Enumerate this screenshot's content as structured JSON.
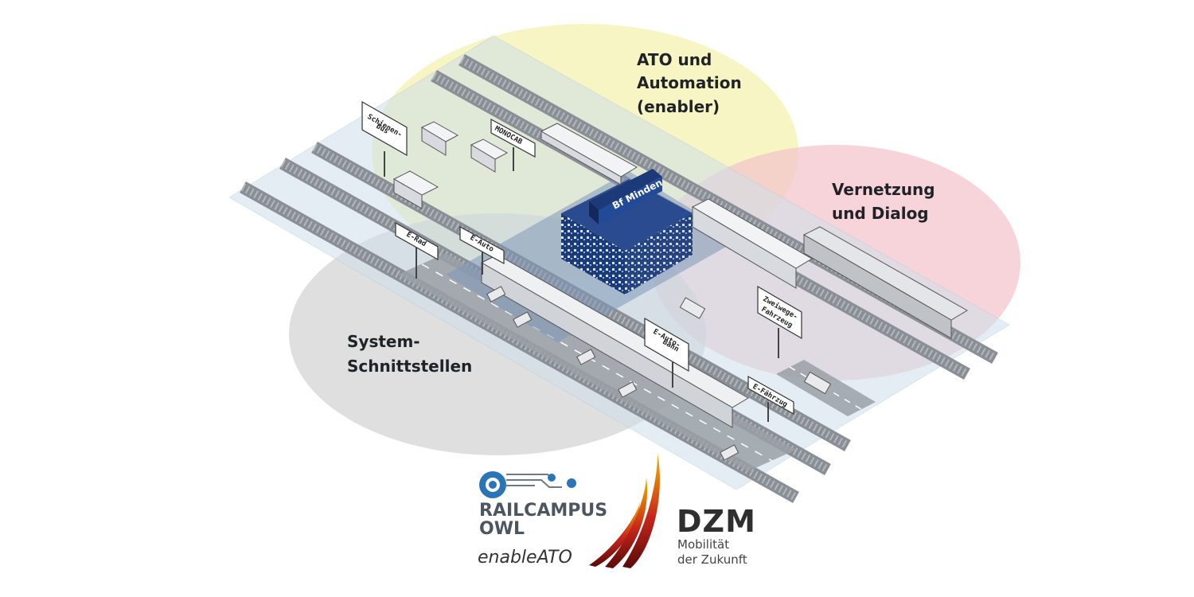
{
  "zones": {
    "ato": [
      "ATO und",
      "Automation",
      "(enabler)"
    ],
    "network": [
      "Vernetzung",
      "und Dialog"
    ],
    "interfaces": [
      "System-",
      "Schnittstellen"
    ]
  },
  "building": {
    "name": "Bf Minden"
  },
  "signs": {
    "schienenbus": [
      "Schienen-",
      "bus"
    ],
    "monocab": [
      "MONOCAB"
    ],
    "erad": [
      "E-Rad"
    ],
    "eauto": [
      "E-Auto"
    ],
    "eautobahn": [
      "E-Auto-",
      "Bahn"
    ],
    "zweiwege": [
      "Zweiwege-",
      "Fahrzeug"
    ],
    "efaehrzeug": [
      "E-Fährzug"
    ]
  },
  "logos": {
    "railcampus": {
      "line1": "RAILCAMPUS",
      "line2": "OWL",
      "tagline": "enableATO"
    },
    "dzm": {
      "title": "DZM",
      "line1": "Mobilität",
      "line2": "der Zukunft"
    }
  },
  "colors": {
    "ato_zone": "#f4f1b0",
    "network_zone": "#f3c6cc",
    "interfaces_zone": "#c9c9c9",
    "ground": "#cfe0ea",
    "building": "#1c3a78",
    "rail": "#8a8f96"
  }
}
